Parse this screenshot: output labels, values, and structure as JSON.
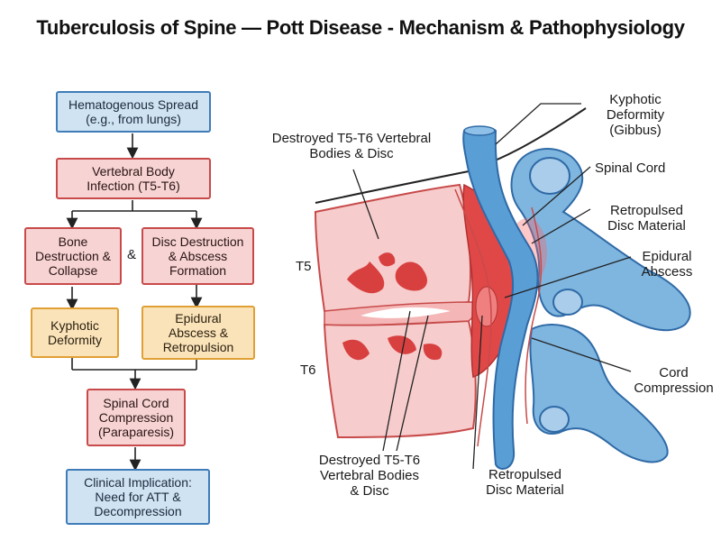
{
  "title": "Tuberculosis of Spine — Pott Disease - Mechanism & Pathophysiology",
  "flowchart": {
    "hematogenous": "Hematogenous Spread\n(e.g., from lungs)",
    "vertebral_infection": "Vertebral Body\nInfection (T5-T6)",
    "bone_destruction": "Bone\nDestruction &\nCollapse",
    "ampersand": "&",
    "disc_destruction": "Disc Destruction\n& Abscess\nFormation",
    "kyphotic": "Kyphotic\nDeformity",
    "epidural": "Epidural\nAbscess &\nRetropulsion",
    "cord_compression": "Spinal Cord\nCompression\n(Paraparesis)",
    "clinical": "Clinical Implication:\nNeed for ATT &\nDecompression"
  },
  "anatomy": {
    "label_destroyed_top": "Destroyed T5-T6 Vertebral\nBodies & Disc",
    "label_t5": "T5",
    "label_t6": "T6",
    "label_destroyed_bottom": "Destroyed T5-T6\nVertebral Bodies\n& Disc",
    "label_kyphotic": "Kyphotic\nDeformity\n(Gibbus)",
    "label_spinal_cord": "Spinal Cord",
    "label_retropulsed_right": "Retropulsed\nDisc Material",
    "label_epidural": "Epidural\nAbscess",
    "label_cord_compression": "Cord\nCompression",
    "label_retropulsed_bottom": "Retropulsed\nDisc Material"
  },
  "colors": {
    "blue_box": "#cfe3f3",
    "red_box": "#f7d3d3",
    "orange_box": "#fbe3b9",
    "bone": "#f6cccc",
    "abscess": "#e04848",
    "cord": "#5a9ed6",
    "posterior": "#7fb6e0"
  }
}
